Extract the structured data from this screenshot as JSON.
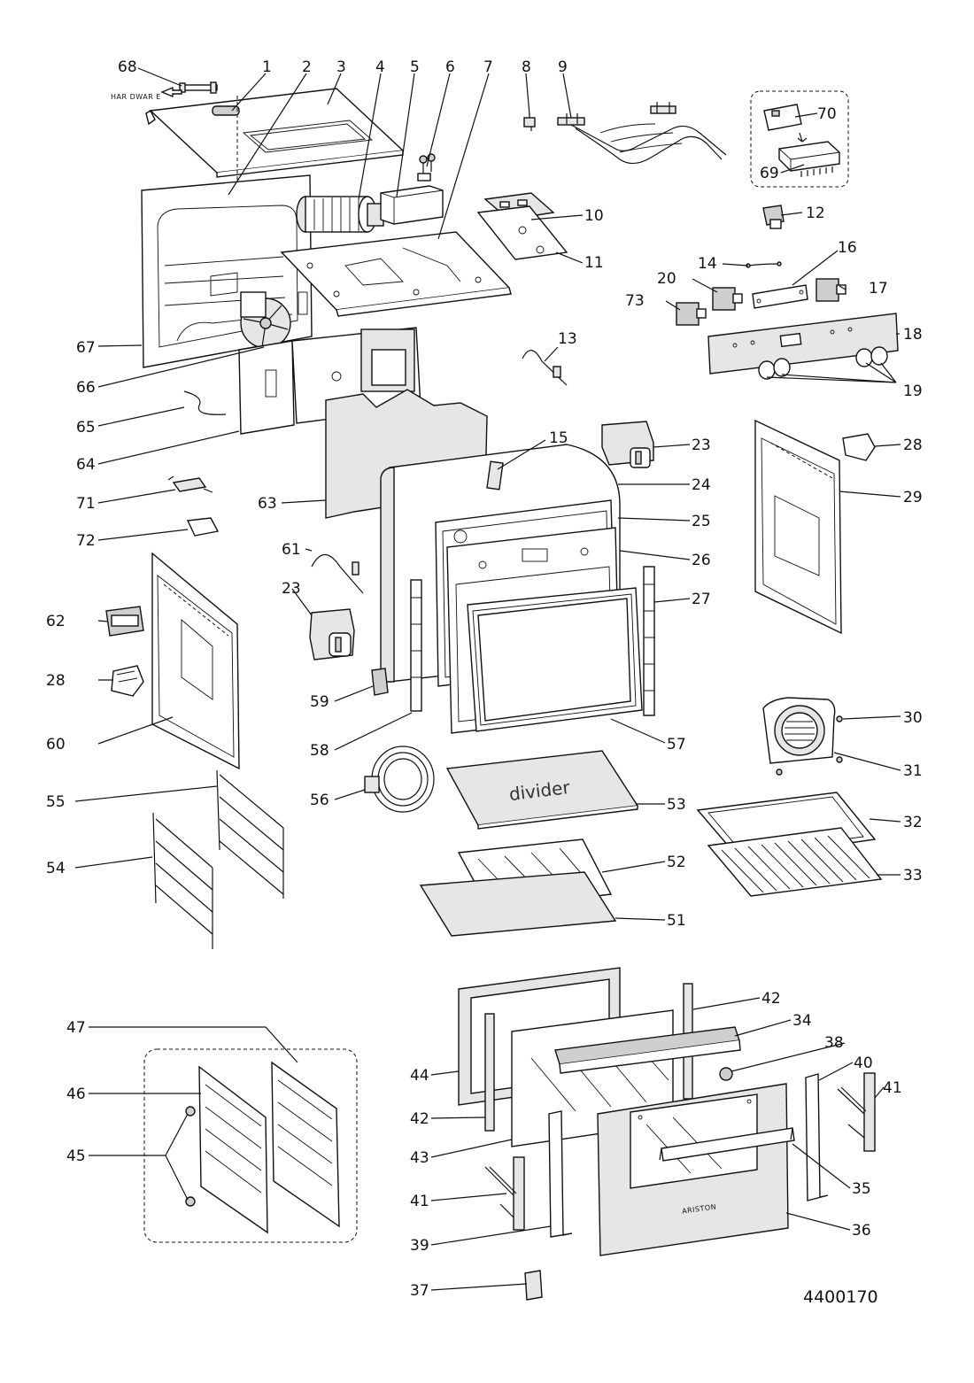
{
  "callouts": [
    "1",
    "2",
    "3",
    "4",
    "5",
    "6",
    "7",
    "8",
    "9",
    "10",
    "11",
    "12",
    "13",
    "14",
    "15",
    "16",
    "17",
    "18",
    "19",
    "20",
    "23",
    "23",
    "24",
    "25",
    "26",
    "27",
    "28",
    "28",
    "29",
    "30",
    "31",
    "32",
    "33",
    "34",
    "35",
    "36",
    "37",
    "38",
    "39",
    "40",
    "41",
    "41",
    "42",
    "42",
    "43",
    "44",
    "45",
    "46",
    "47",
    "51",
    "52",
    "53",
    "54",
    "55",
    "56",
    "57",
    "58",
    "59",
    "60",
    "61",
    "62",
    "63",
    "64",
    "65",
    "66",
    "67",
    "68",
    "69",
    "70",
    "71",
    "72",
    "73"
  ],
  "text": {
    "cable_label": "HAR DWAR E",
    "divider_label": "divider",
    "brand": "ARISTON",
    "reference": "4400170"
  },
  "colors": {
    "line": "#111111",
    "fill_light": "#e6e6e6",
    "fill_mid": "#cfcfcf",
    "background": "#ffffff"
  }
}
